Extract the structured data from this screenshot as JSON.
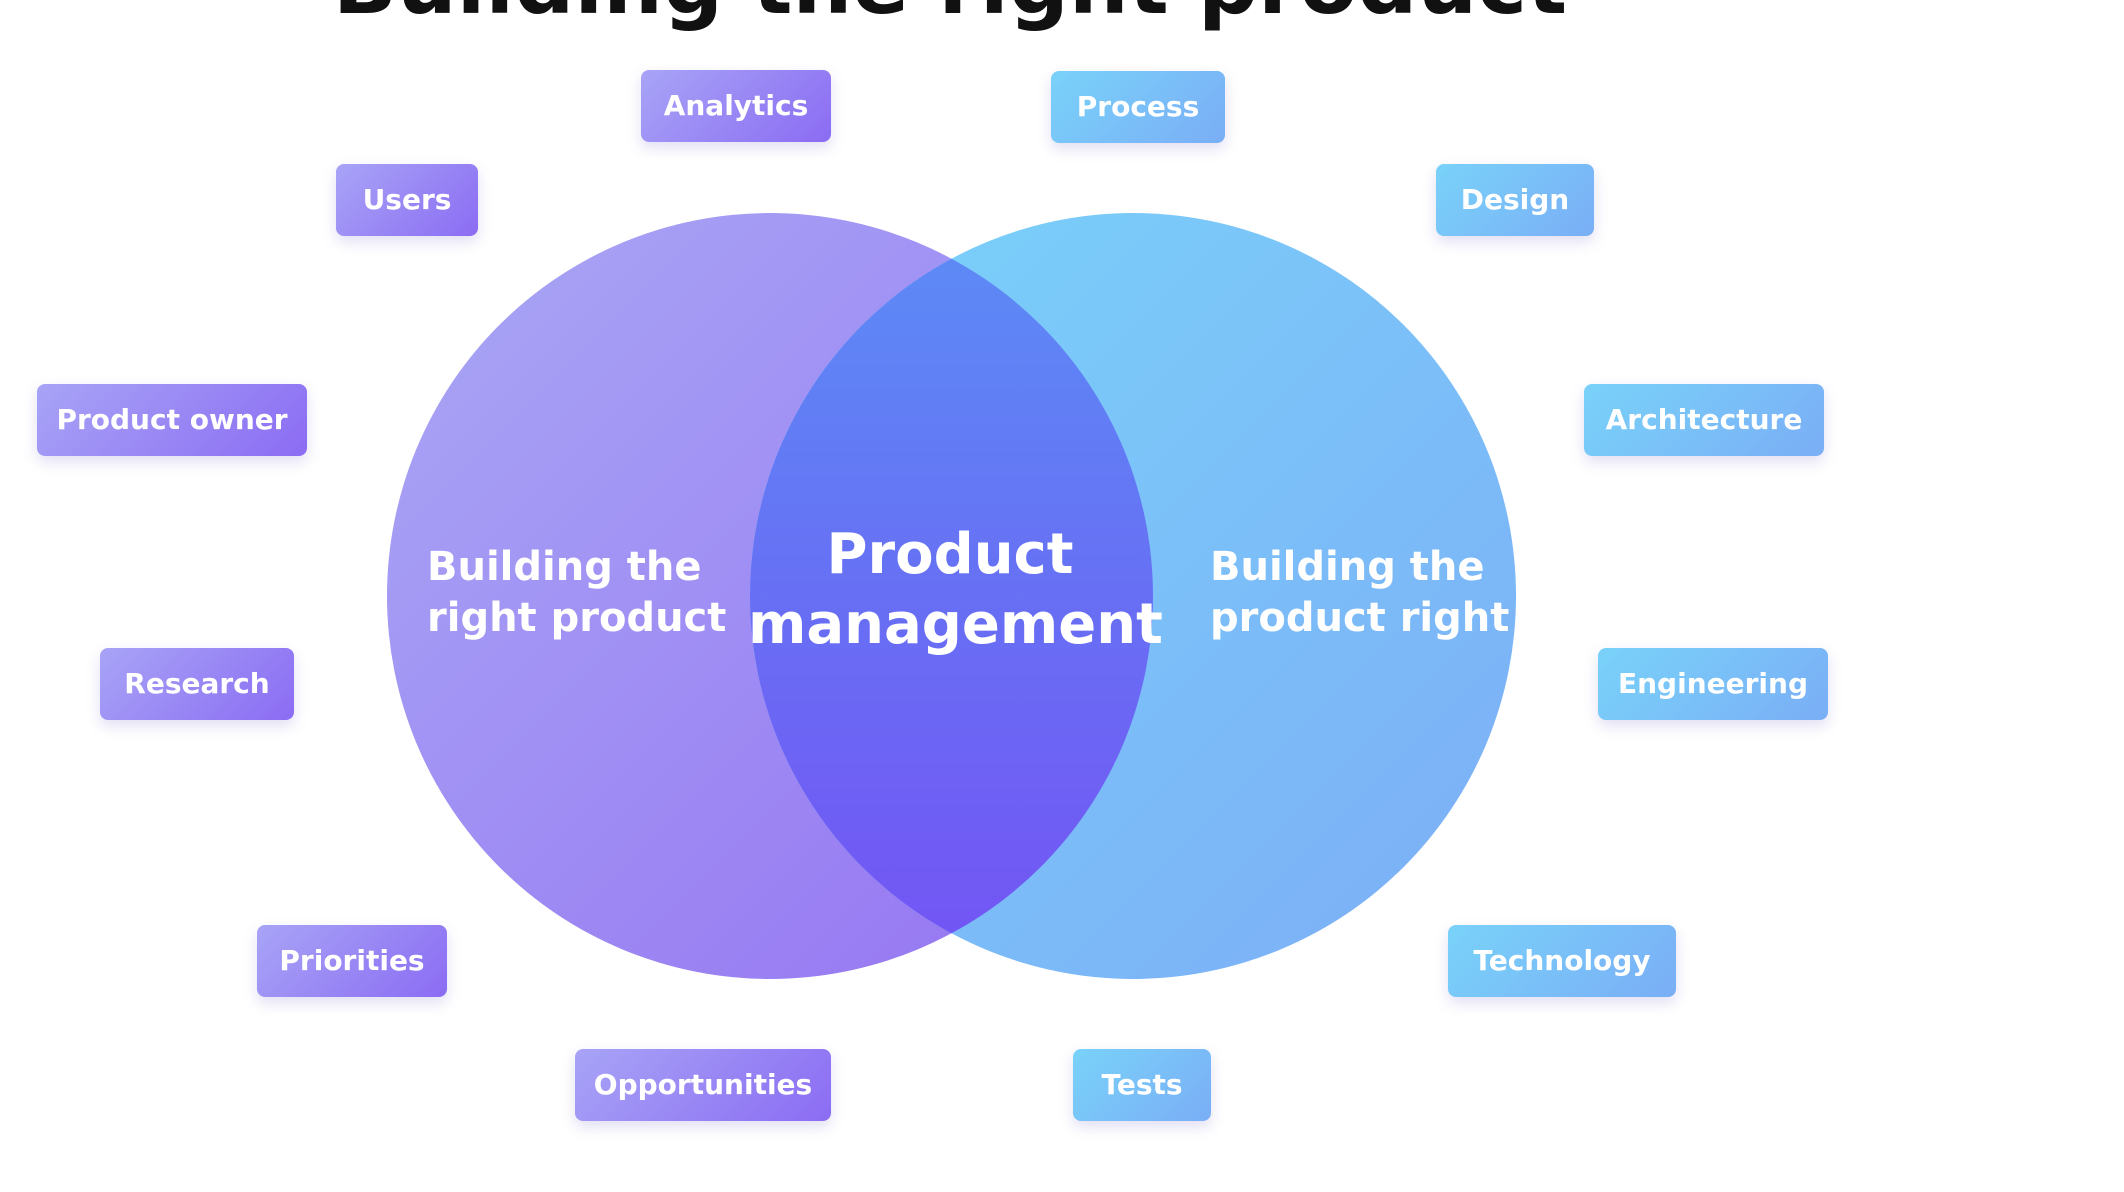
{
  "header": {
    "title": "Building the right product"
  },
  "diagram": {
    "left_circle": {
      "line1": "Building the",
      "line2": "right product"
    },
    "right_circle": {
      "line1": "Building the",
      "line2": "product right"
    },
    "center": {
      "line1": "Product",
      "line2": "management"
    },
    "left_topics": [
      "Analytics",
      "Users",
      "Product owner",
      "Research",
      "Priorities",
      "Opportunities"
    ],
    "right_topics": [
      "Process",
      "Design",
      "Architecture",
      "Engineering",
      "Technology",
      "Tests"
    ]
  },
  "colors": {
    "left_circle_start": "#a9a8f5",
    "left_circle_end": "#9572f2",
    "right_circle_start": "#7ad3fa",
    "right_circle_end": "#7cadf6",
    "overlap_start": "#5b8df5",
    "overlap_end": "#7452f4",
    "left_tag": "#9a83f4",
    "right_tag": "#79c0f8"
  }
}
